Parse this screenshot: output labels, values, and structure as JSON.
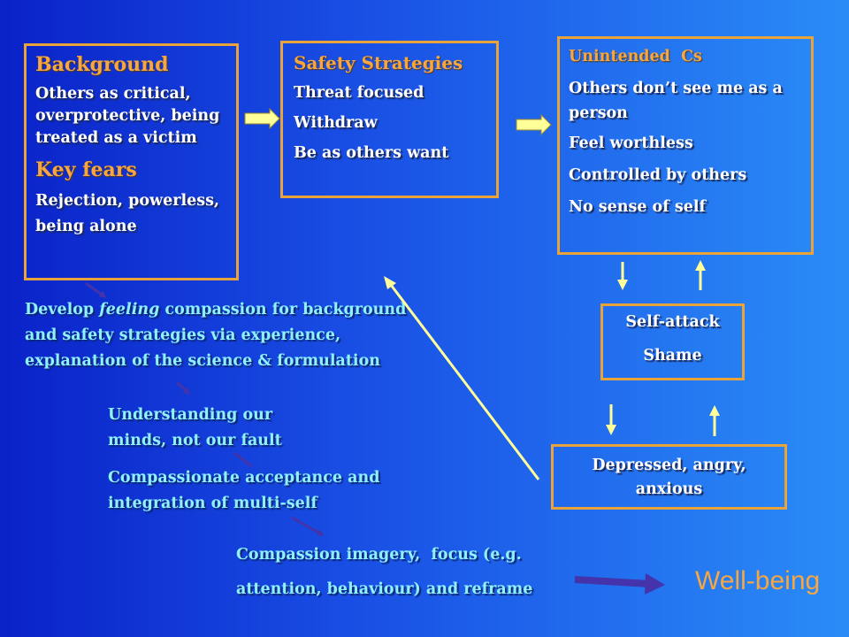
{
  "background_box": {
    "heading": "Background",
    "text": "Others as critical, overprotective, being treated as a victim",
    "fears_heading": "Key fears",
    "fears_text": "Rejection, powerless, being alone"
  },
  "safety_box": {
    "heading": "Safety Strategies",
    "items": [
      "Threat focused",
      "Withdraw",
      "Be as others want"
    ]
  },
  "unintended_box": {
    "heading": "Unintended  Cs",
    "items": [
      "Others don’t see me as a person",
      "Feel worthless",
      "Controlled by others",
      "No sense of self"
    ]
  },
  "self_attack_box": {
    "line1": "Self-attack",
    "line2": "Shame"
  },
  "depressed_box": {
    "text": "Depressed, angry, anxious"
  },
  "develop": {
    "prefix": "Develop ",
    "emphasis": "feeling",
    "suffix": " compassion for background and safety strategies via experience, explanation of the science & formulation"
  },
  "understanding": "Understanding our minds, not our fault",
  "acceptance": "Compassionate acceptance and integration of multi-self",
  "imagery_line1": "Compassion imagery,  focus (e.g.",
  "imagery_line2": "attention, behaviour) and reframe",
  "wellbeing": "Well-being",
  "colors": {
    "box_border": "#e8a33a",
    "orange_text": "#f7a640",
    "cyan_text": "#8ff0ff",
    "arrow_fill": "#ffff99",
    "purple_arrow": "#4433aa"
  }
}
